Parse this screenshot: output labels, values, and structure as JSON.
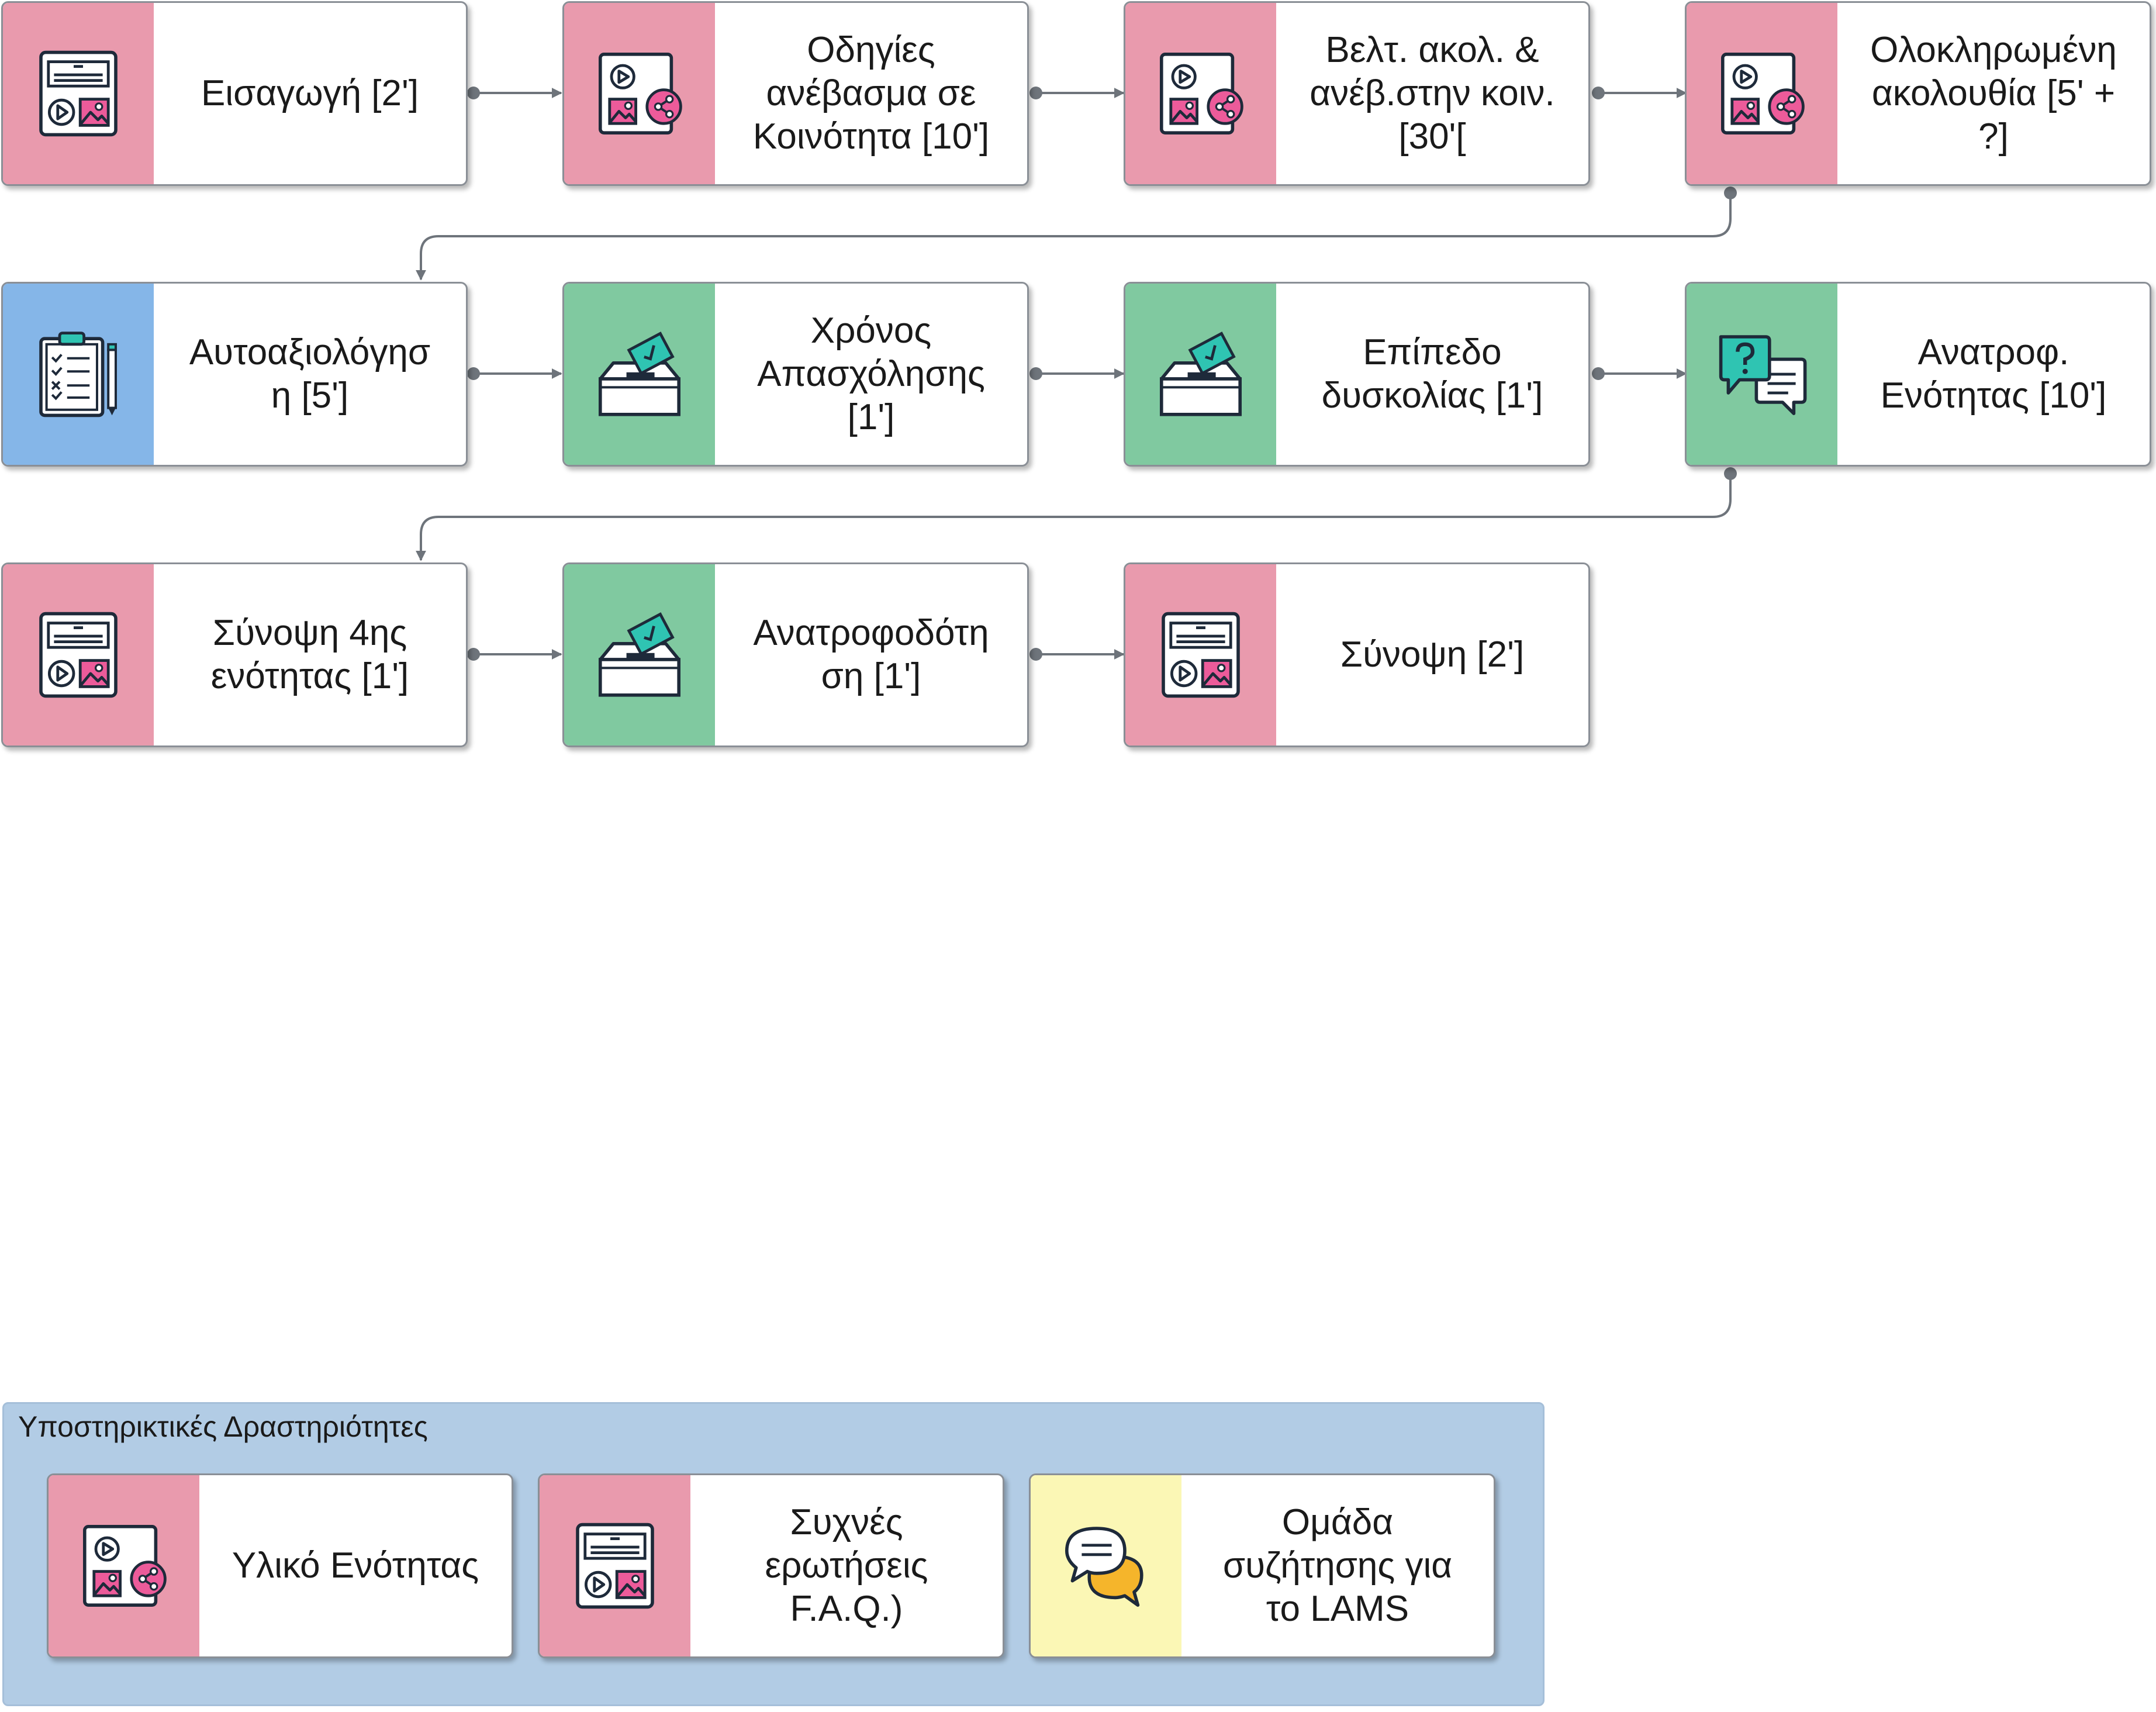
{
  "activities": [
    {
      "id": "a1",
      "label": "Εισαγωγή [2']",
      "color": "pink",
      "icon": "media-page-icon"
    },
    {
      "id": "a2",
      "label": "Οδηγίες\nανέβασμα σε\nΚοινότητα [10']",
      "color": "pink",
      "icon": "media-share-icon"
    },
    {
      "id": "a3",
      "label": "Βελτ. ακολ. &\nανέβ.στην κοιν.\n[30'[",
      "color": "pink",
      "icon": "media-share-icon"
    },
    {
      "id": "a4",
      "label": "Ολοκληρωμένη\nακολουθία [5' +\n?]",
      "color": "pink",
      "icon": "media-share-icon"
    },
    {
      "id": "a5",
      "label": "Αυτοαξιολόγησ\nη [5']",
      "color": "blue",
      "icon": "clipboard-checklist-icon"
    },
    {
      "id": "a6",
      "label": "Χρόνος\nΑπασχόλησης\n[1']",
      "color": "green",
      "icon": "ballot-box-icon"
    },
    {
      "id": "a7",
      "label": "Επίπεδο\nδυσκολίας [1']",
      "color": "green",
      "icon": "ballot-box-icon"
    },
    {
      "id": "a8",
      "label": "Ανατροφ.\nΕνότητας [10']",
      "color": "green",
      "icon": "question-chat-icon"
    },
    {
      "id": "a9",
      "label": "Σύνοψη 4ης\nενότητας [1']",
      "color": "pink",
      "icon": "media-page-icon"
    },
    {
      "id": "a10",
      "label": "Ανατροφοδότη\nση [1']",
      "color": "green",
      "icon": "ballot-box-icon"
    },
    {
      "id": "a11",
      "label": "Σύνοψη [2']",
      "color": "pink",
      "icon": "media-page-icon"
    }
  ],
  "support": {
    "title": "Υποστηρικτικές Δραστηριότητες",
    "items": [
      {
        "id": "s1",
        "label": "Υλικό Ενότητας",
        "color": "pink",
        "icon": "media-share-icon"
      },
      {
        "id": "s2",
        "label": "Συχνές\nερωτήσεις\nF.A.Q.)",
        "color": "pink",
        "icon": "media-page-icon"
      },
      {
        "id": "s3",
        "label": "Ομάδα\nσυζήτησης για\nτο LAMS",
        "color": "yellow",
        "icon": "chat-bubbles-icon"
      }
    ]
  },
  "colors": {
    "pink": "#e99aad",
    "green": "#80c9a0",
    "blue": "#85b6e8",
    "yellow": "#fbf7b5",
    "connector": "#6e747b"
  }
}
